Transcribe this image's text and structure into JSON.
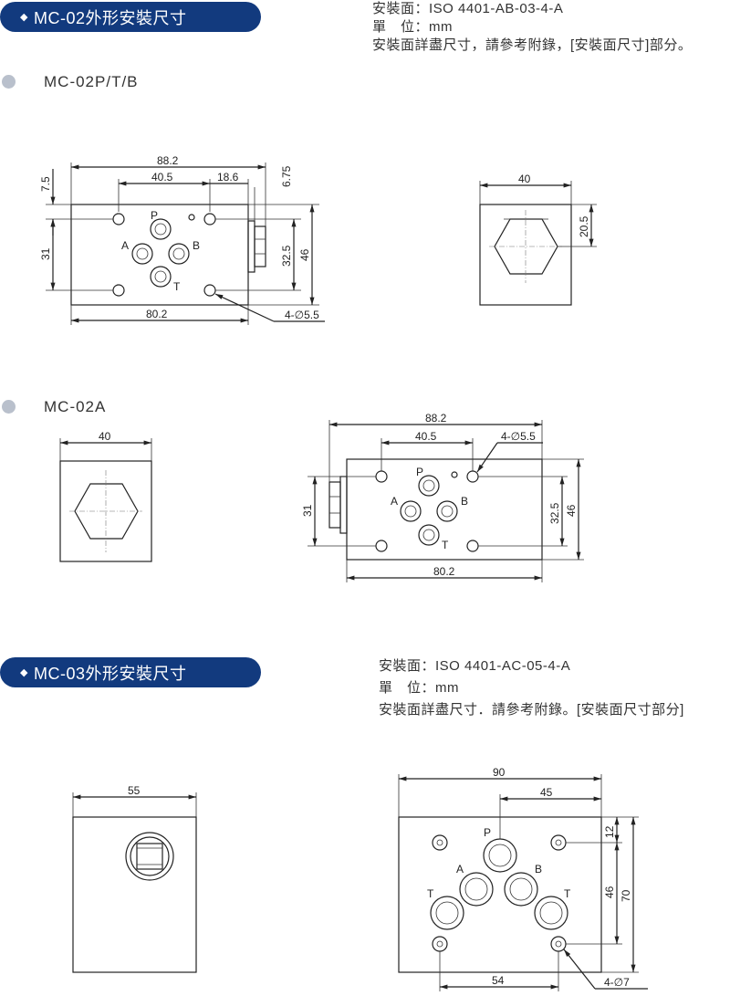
{
  "section1": {
    "title": "MC-02外形安裝尺寸",
    "spec": {
      "surface": "安裝面：ISO 4401-AB-03-4-A",
      "unit": "單　位：mm",
      "note": "安裝面詳盡尺寸，請參考附錄，[安裝面尺寸]部分。"
    },
    "model_ptb": "MC-02P/T/B",
    "model_a": "MC-02A",
    "dims_ptb": {
      "width_total": "88.2",
      "d_40_5": "40.5",
      "d_18_6": "18.6",
      "d_6_75": "6.75",
      "d_7_5": "7.5",
      "d_31": "31",
      "d_32_5": "32.5",
      "d_46": "46",
      "width_body": "80.2",
      "holes": "4-∅5.5",
      "side_width": "40",
      "side_height": "20.5"
    },
    "dims_a": {
      "width_total": "88.2",
      "d_40_5": "40.5",
      "holes": "4-∅5.5",
      "d_31": "31",
      "d_32_5": "32.5",
      "d_46": "46",
      "width_body": "80.2",
      "side_width": "40"
    },
    "ports": {
      "p": "P",
      "a": "A",
      "b": "B",
      "t": "T"
    }
  },
  "section2": {
    "title": "MC-03外形安裝尺寸",
    "spec": {
      "surface": "安裝面：ISO 4401-AC-05-4-A",
      "unit": "單　位：mm",
      "note": "安裝面詳盡尺寸．請參考附錄。[安裝面尺寸部分]"
    },
    "dims": {
      "side_width": "55",
      "width": "90",
      "d_45": "45",
      "d_12": "12",
      "d_46": "46",
      "d_70": "70",
      "d_54": "54",
      "holes": "4-∅7"
    },
    "ports": {
      "p": "P",
      "a": "A",
      "b": "B",
      "t1": "T",
      "t2": "T"
    }
  }
}
